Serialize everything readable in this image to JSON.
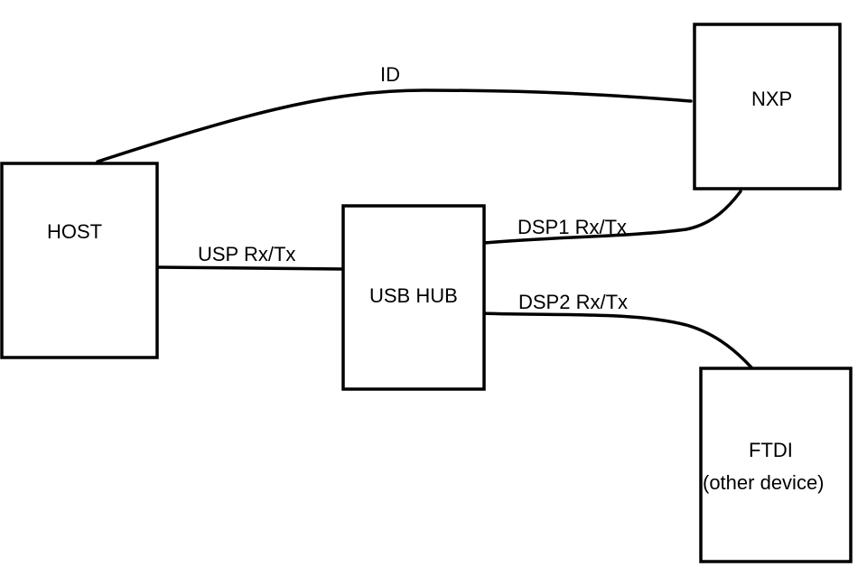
{
  "nodes": {
    "host": {
      "label": "HOST"
    },
    "usb_hub": {
      "label": "USB HUB"
    },
    "nxp": {
      "label": "NXP"
    },
    "ftdi": {
      "label": "FTDI",
      "sublabel": "(other device)"
    }
  },
  "connections": {
    "id": {
      "label": "ID",
      "from": "HOST",
      "to": "NXP"
    },
    "usp": {
      "label": "USP Rx/Tx",
      "from": "HOST",
      "to": "USB HUB"
    },
    "dsp1": {
      "label": "DSP1 Rx/Tx",
      "from": "USB HUB",
      "to": "NXP"
    },
    "dsp2": {
      "label": "DSP2 Rx/Tx",
      "from": "USB HUB",
      "to": "FTDI"
    }
  },
  "colors": {
    "stroke": "#000000",
    "background": "#ffffff"
  }
}
